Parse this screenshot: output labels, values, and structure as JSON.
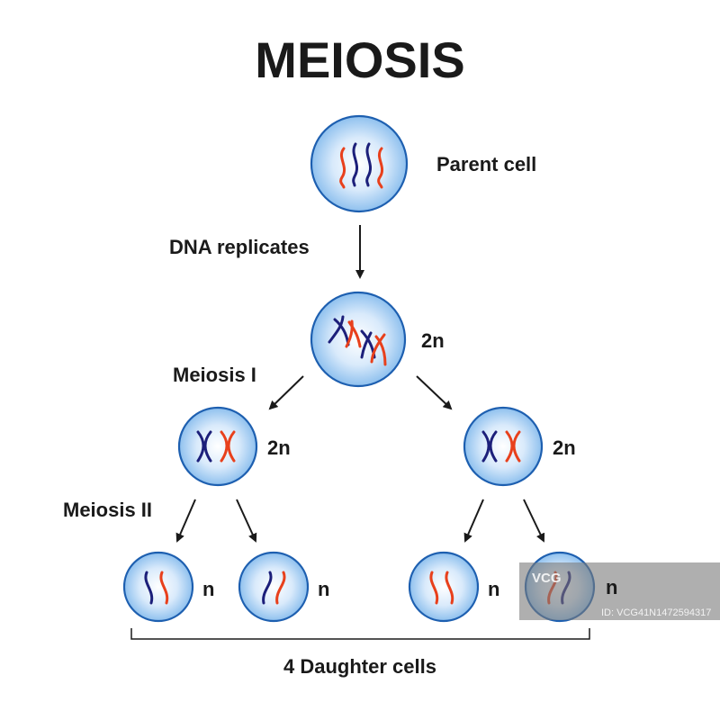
{
  "title": "MEIOSIS",
  "labels": {
    "parent_cell": "Parent cell",
    "dna_replicates": "DNA replicates",
    "meiosis_1": "Meiosis I",
    "meiosis_2": "Meiosis II",
    "ploidy_2n": "2n",
    "ploidy_n": "n",
    "daughter_cells": "4 Daughter cells"
  },
  "colors": {
    "maternal_chromosome": "#e8401c",
    "paternal_chromosome": "#1c1f7a",
    "cell_border": "#1d5fb0",
    "cell_fill": "#8ec0ee"
  },
  "watermark": {
    "logo": "VCG",
    "id_text": "ID: VCG41N1472594317"
  }
}
